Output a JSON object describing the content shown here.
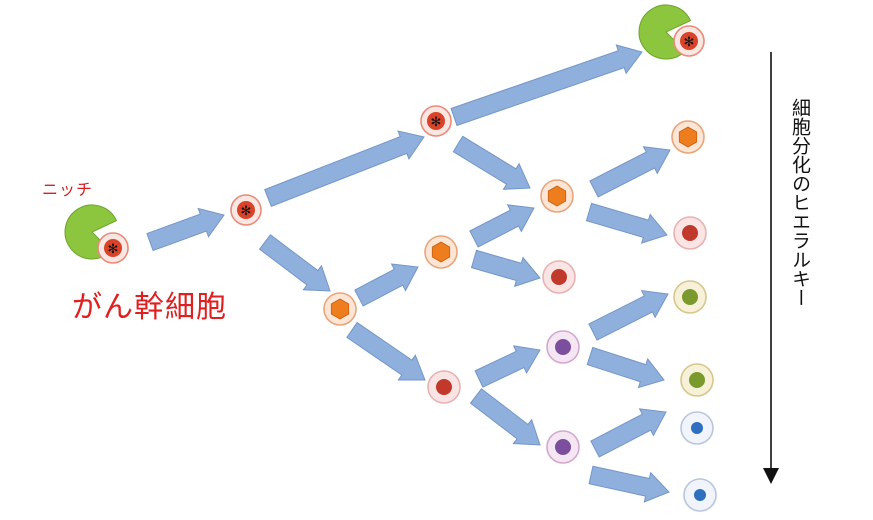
{
  "labels": {
    "niche": "ニッチ",
    "cancer_stem_cell": "がん幹細胞",
    "hierarchy": "細胞分化のヒエラルキー",
    "stem_mark": "✻"
  },
  "colors": {
    "arrow": "#8fb0dc",
    "arrow_edge": "#7496c8",
    "niche_green": "#8cc63f",
    "stem_core": "#d9432a",
    "orange_core": "#ee7d1e",
    "red_core": "#c0392b",
    "purple_core": "#7b4f9d",
    "olive_core": "#7a9a2e",
    "blue_core": "#2e6fc0",
    "label_red": "#e02020"
  },
  "cells": [
    {
      "id": "stem-niche-left",
      "type": "stem"
    },
    {
      "id": "stem-gen1",
      "type": "stem"
    },
    {
      "id": "stem-gen2",
      "type": "stem"
    },
    {
      "id": "stem-niche-top",
      "type": "stem"
    },
    {
      "id": "progenitor-a",
      "type": "orange"
    },
    {
      "id": "progenitor-b",
      "type": "orange"
    },
    {
      "id": "progenitor-c",
      "type": "orange"
    },
    {
      "id": "progenitor-d",
      "type": "orange"
    },
    {
      "id": "red-1",
      "type": "red"
    },
    {
      "id": "red-2",
      "type": "red"
    },
    {
      "id": "red-3",
      "type": "red"
    },
    {
      "id": "purple-1",
      "type": "purple"
    },
    {
      "id": "purple-2",
      "type": "purple"
    },
    {
      "id": "olive-1",
      "type": "olive"
    },
    {
      "id": "olive-2",
      "type": "olive"
    },
    {
      "id": "blue-1",
      "type": "blue"
    },
    {
      "id": "blue-2",
      "type": "blue"
    }
  ]
}
